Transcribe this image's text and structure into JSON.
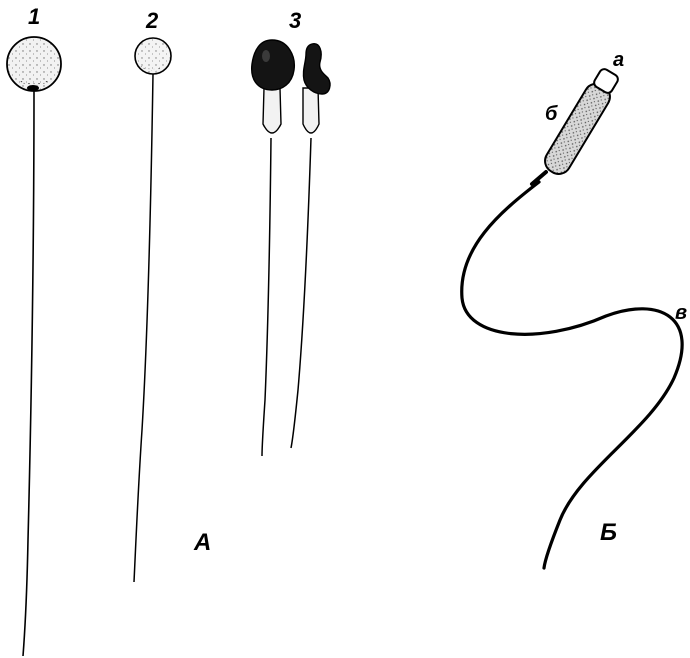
{
  "panel_a": {
    "label": "А",
    "types": [
      {
        "number": "1"
      },
      {
        "number": "2"
      },
      {
        "number": "3"
      }
    ]
  },
  "panel_b": {
    "label": "Б",
    "parts": [
      {
        "letter": "а"
      },
      {
        "letter": "б"
      },
      {
        "letter": "в"
      }
    ]
  },
  "colors": {
    "ink": "#000000",
    "background": "#ffffff",
    "head_fill": "#f0f0f0",
    "dark_head": "#141414",
    "midpiece_fill": "#d8d8d8"
  }
}
